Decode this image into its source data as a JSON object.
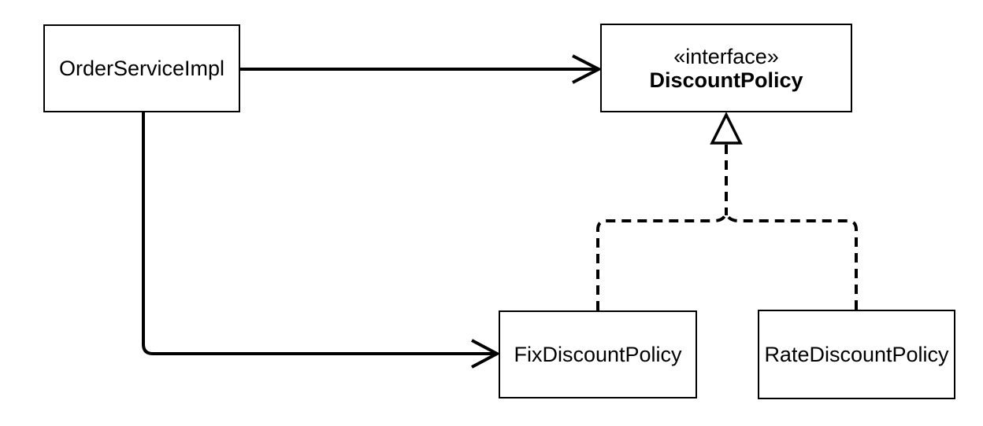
{
  "colors": {
    "background": "#ffffff",
    "stroke": "#000000",
    "text": "#000000"
  },
  "nodes": {
    "order_service": {
      "label": "OrderServiceImpl"
    },
    "discount_policy": {
      "stereotype": "«interface»",
      "label": "DiscountPolicy"
    },
    "fix_discount": {
      "label": "FixDiscountPolicy"
    },
    "rate_discount": {
      "label": "RateDiscountPolicy"
    }
  },
  "relationships": [
    {
      "from": "OrderServiceImpl",
      "to": "DiscountPolicy",
      "type": "dependency",
      "line": "solid",
      "arrowhead": "open"
    },
    {
      "from": "OrderServiceImpl",
      "to": "FixDiscountPolicy",
      "type": "dependency",
      "line": "solid",
      "arrowhead": "open"
    },
    {
      "from": "FixDiscountPolicy",
      "to": "DiscountPolicy",
      "type": "realization",
      "line": "dashed",
      "arrowhead": "hollow-triangle"
    },
    {
      "from": "RateDiscountPolicy",
      "to": "DiscountPolicy",
      "type": "realization",
      "line": "dashed",
      "arrowhead": "hollow-triangle"
    }
  ]
}
